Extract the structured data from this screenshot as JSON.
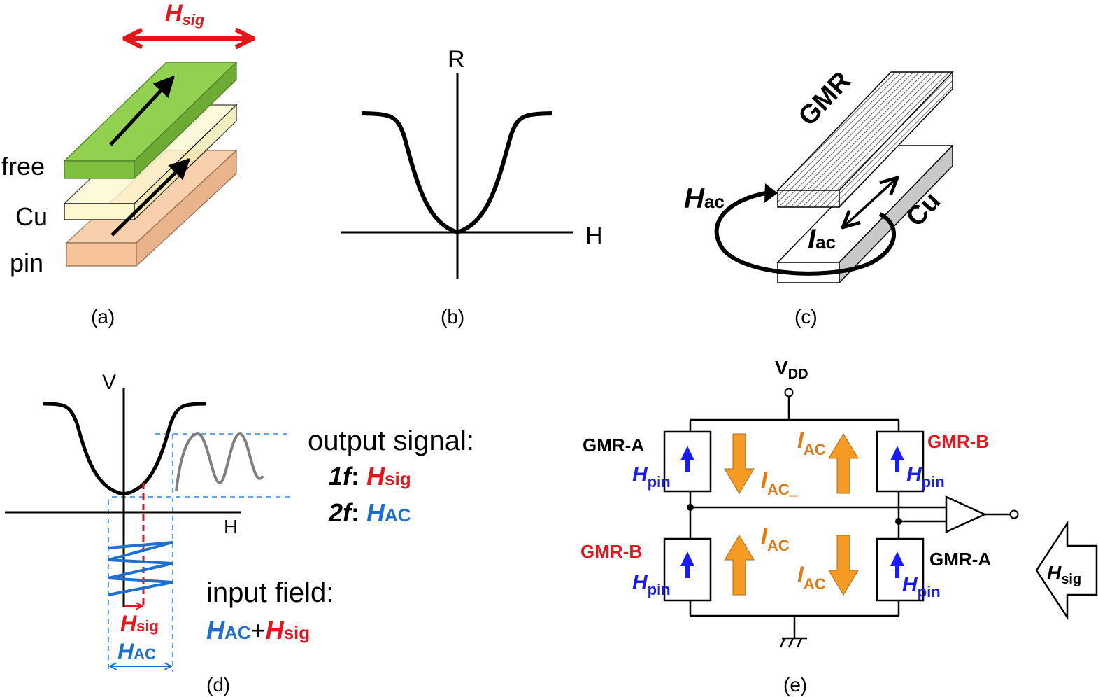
{
  "panel_a": {
    "caption": "(a)",
    "field_main": "H",
    "field_sub": "sig",
    "layers": [
      "free",
      "Cu",
      "pin"
    ],
    "colors": {
      "free": "#92d050",
      "cu": "#fdf8cf",
      "pin": "#f9cba6",
      "field": "#e8141c"
    }
  },
  "panel_b": {
    "caption": "(b)",
    "y_label": "R",
    "x_label": "H"
  },
  "panel_c": {
    "caption": "(c)",
    "gmr_label": "GMR",
    "cu_label": "Cu",
    "hac_main": "H",
    "hac_sub": "ac",
    "iac_main": "I",
    "iac_sub": "ac"
  },
  "panel_d": {
    "caption": "(d)",
    "y_label": "V",
    "x_label": "H",
    "output_title": "output signal:",
    "line1_freq": "1f",
    "line1_main": "H",
    "line1_sub": "sig",
    "line2_freq": "2f",
    "line2_main": "H",
    "line2_sub": "AC",
    "colon": ":",
    "input_title": "input field:",
    "input_ac_main": "H",
    "input_ac_sub": "AC",
    "plus": "+",
    "input_sig_main": "H",
    "input_sig_sub": "sig",
    "hsig_main": "H",
    "hsig_sub": "sig",
    "hac_main": "H",
    "hac_sub": "AC",
    "colors": {
      "signal": "#e8141c",
      "ac": "#1f6fd0",
      "dash": "#3a86d8",
      "output": "#808080"
    }
  },
  "panel_e": {
    "caption": "(e)",
    "vdd_main": "V",
    "vdd_sub": "DD",
    "gmr_a": "GMR-A",
    "gmr_b": "GMR-B",
    "hpin_main": "H",
    "hpin_sub": "pin",
    "iac_main": "I",
    "iac_sub": "AC",
    "iac_alt_sub": "AC_",
    "hsig_main": "H",
    "hsig_sub": "sig",
    "colors": {
      "gmr_b": "#e8141c",
      "pin": "#1a1aff",
      "current": "#f59a23",
      "current_text": "#e07b10"
    }
  }
}
